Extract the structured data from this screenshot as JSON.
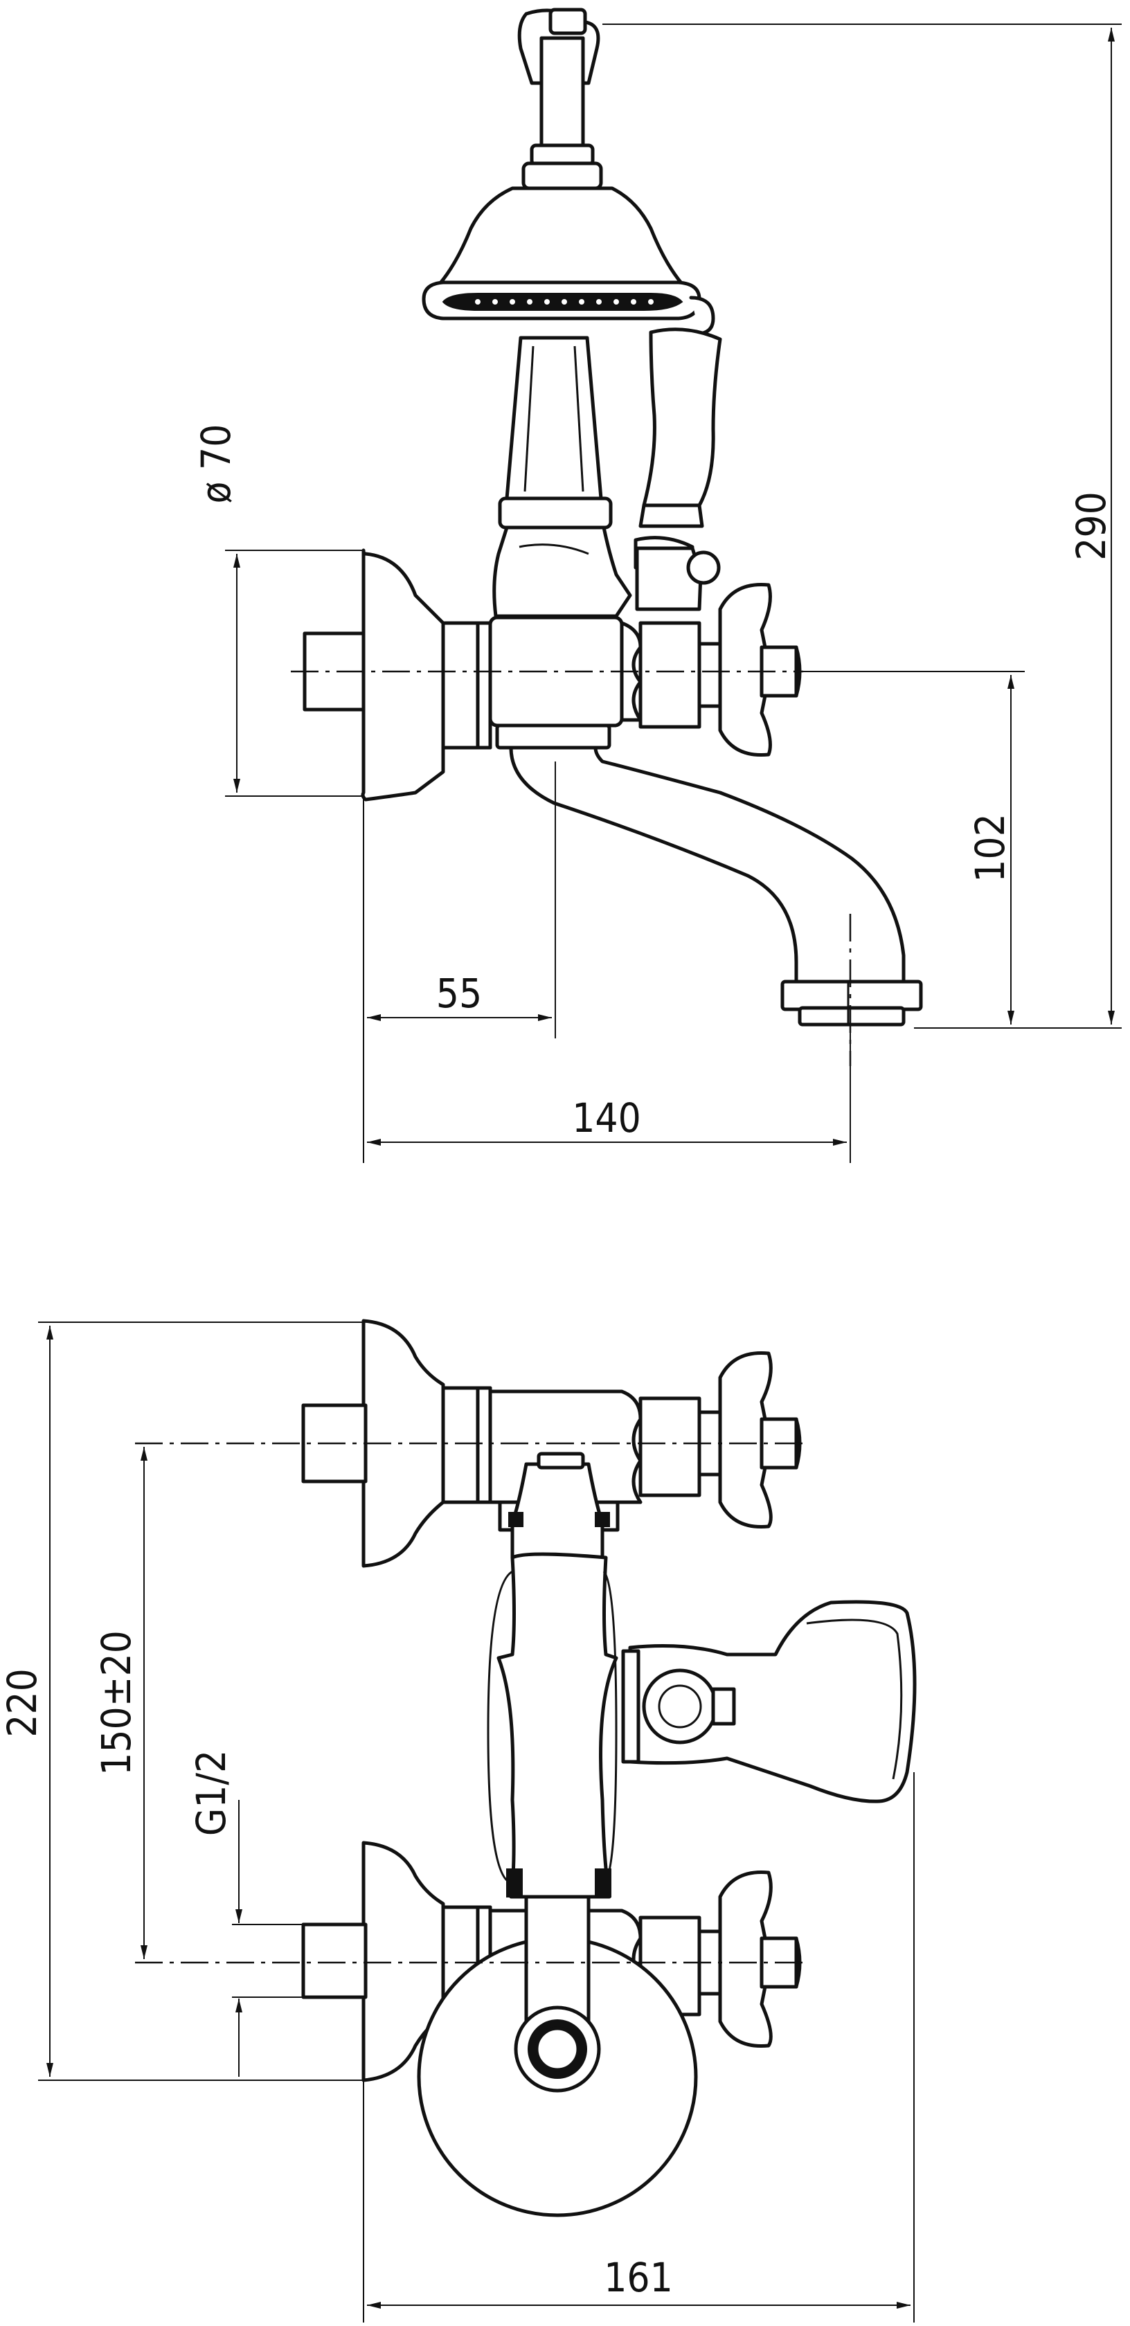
{
  "top_view": {
    "dim_diameter": "ø 70",
    "dim_height_total": "290",
    "dim_outlet_height": "102",
    "dim_spout_offset": "55",
    "dim_depth": "140"
  },
  "bottom_view": {
    "dim_height": "220",
    "dim_inlet_spacing": "150±20",
    "dim_thread": "G1/2",
    "dim_width": "161"
  },
  "colors": {
    "line": "#111111",
    "background": "#ffffff"
  }
}
